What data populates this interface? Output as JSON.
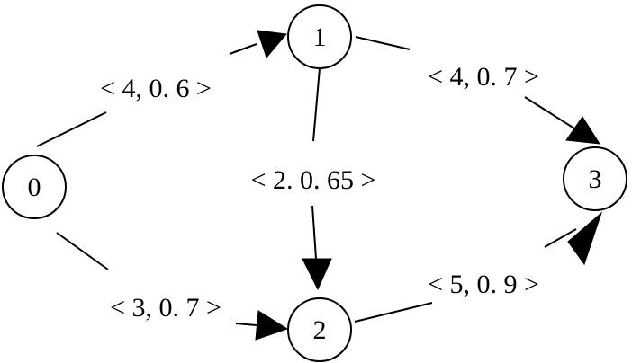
{
  "nodes": [
    {
      "id": "0",
      "label": "0"
    },
    {
      "id": "1",
      "label": "1"
    },
    {
      "id": "2",
      "label": "2"
    },
    {
      "id": "3",
      "label": "3"
    }
  ],
  "edges": [
    {
      "from": "0",
      "to": "1",
      "label": "< 4, 0. 6 >"
    },
    {
      "from": "0",
      "to": "2",
      "label": "< 3, 0. 7 >"
    },
    {
      "from": "1",
      "to": "2",
      "label": "< 2. 0. 65 >"
    },
    {
      "from": "1",
      "to": "3",
      "label": "< 4, 0. 7 >"
    },
    {
      "from": "2",
      "to": "3",
      "label": "< 5, 0. 9 >"
    }
  ],
  "colors": {
    "stroke": "#000000",
    "background": "#ffffff"
  }
}
